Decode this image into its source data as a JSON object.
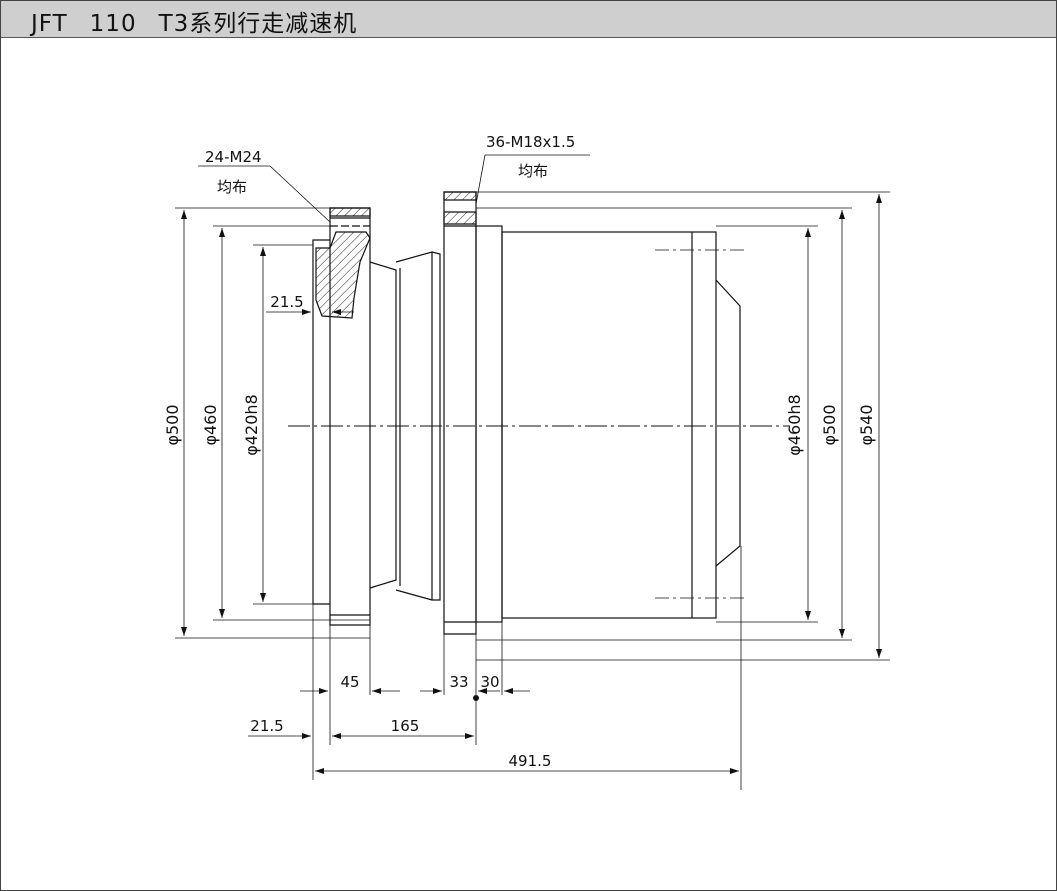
{
  "title": {
    "model": "JFT",
    "size": "110",
    "series": "T3系列行走减速机"
  },
  "labels": {
    "bolt_left": "24-M24",
    "bolt_left_note": "均布",
    "bolt_right": "36-M18x1.5",
    "bolt_right_note": "均布"
  },
  "dimensions": {
    "left_phi_500": "φ500",
    "left_phi_460": "φ460",
    "left_phi_420": "φ420h8",
    "right_phi_460": "φ460h8",
    "right_phi_500": "φ500",
    "right_phi_540": "φ540",
    "d_21_5_top": "21.5",
    "d_45": "45",
    "d_33": "33",
    "d_30": "30",
    "d_21_5_bottom": "21.5",
    "d_165": "165",
    "d_491_5": "491.5"
  }
}
